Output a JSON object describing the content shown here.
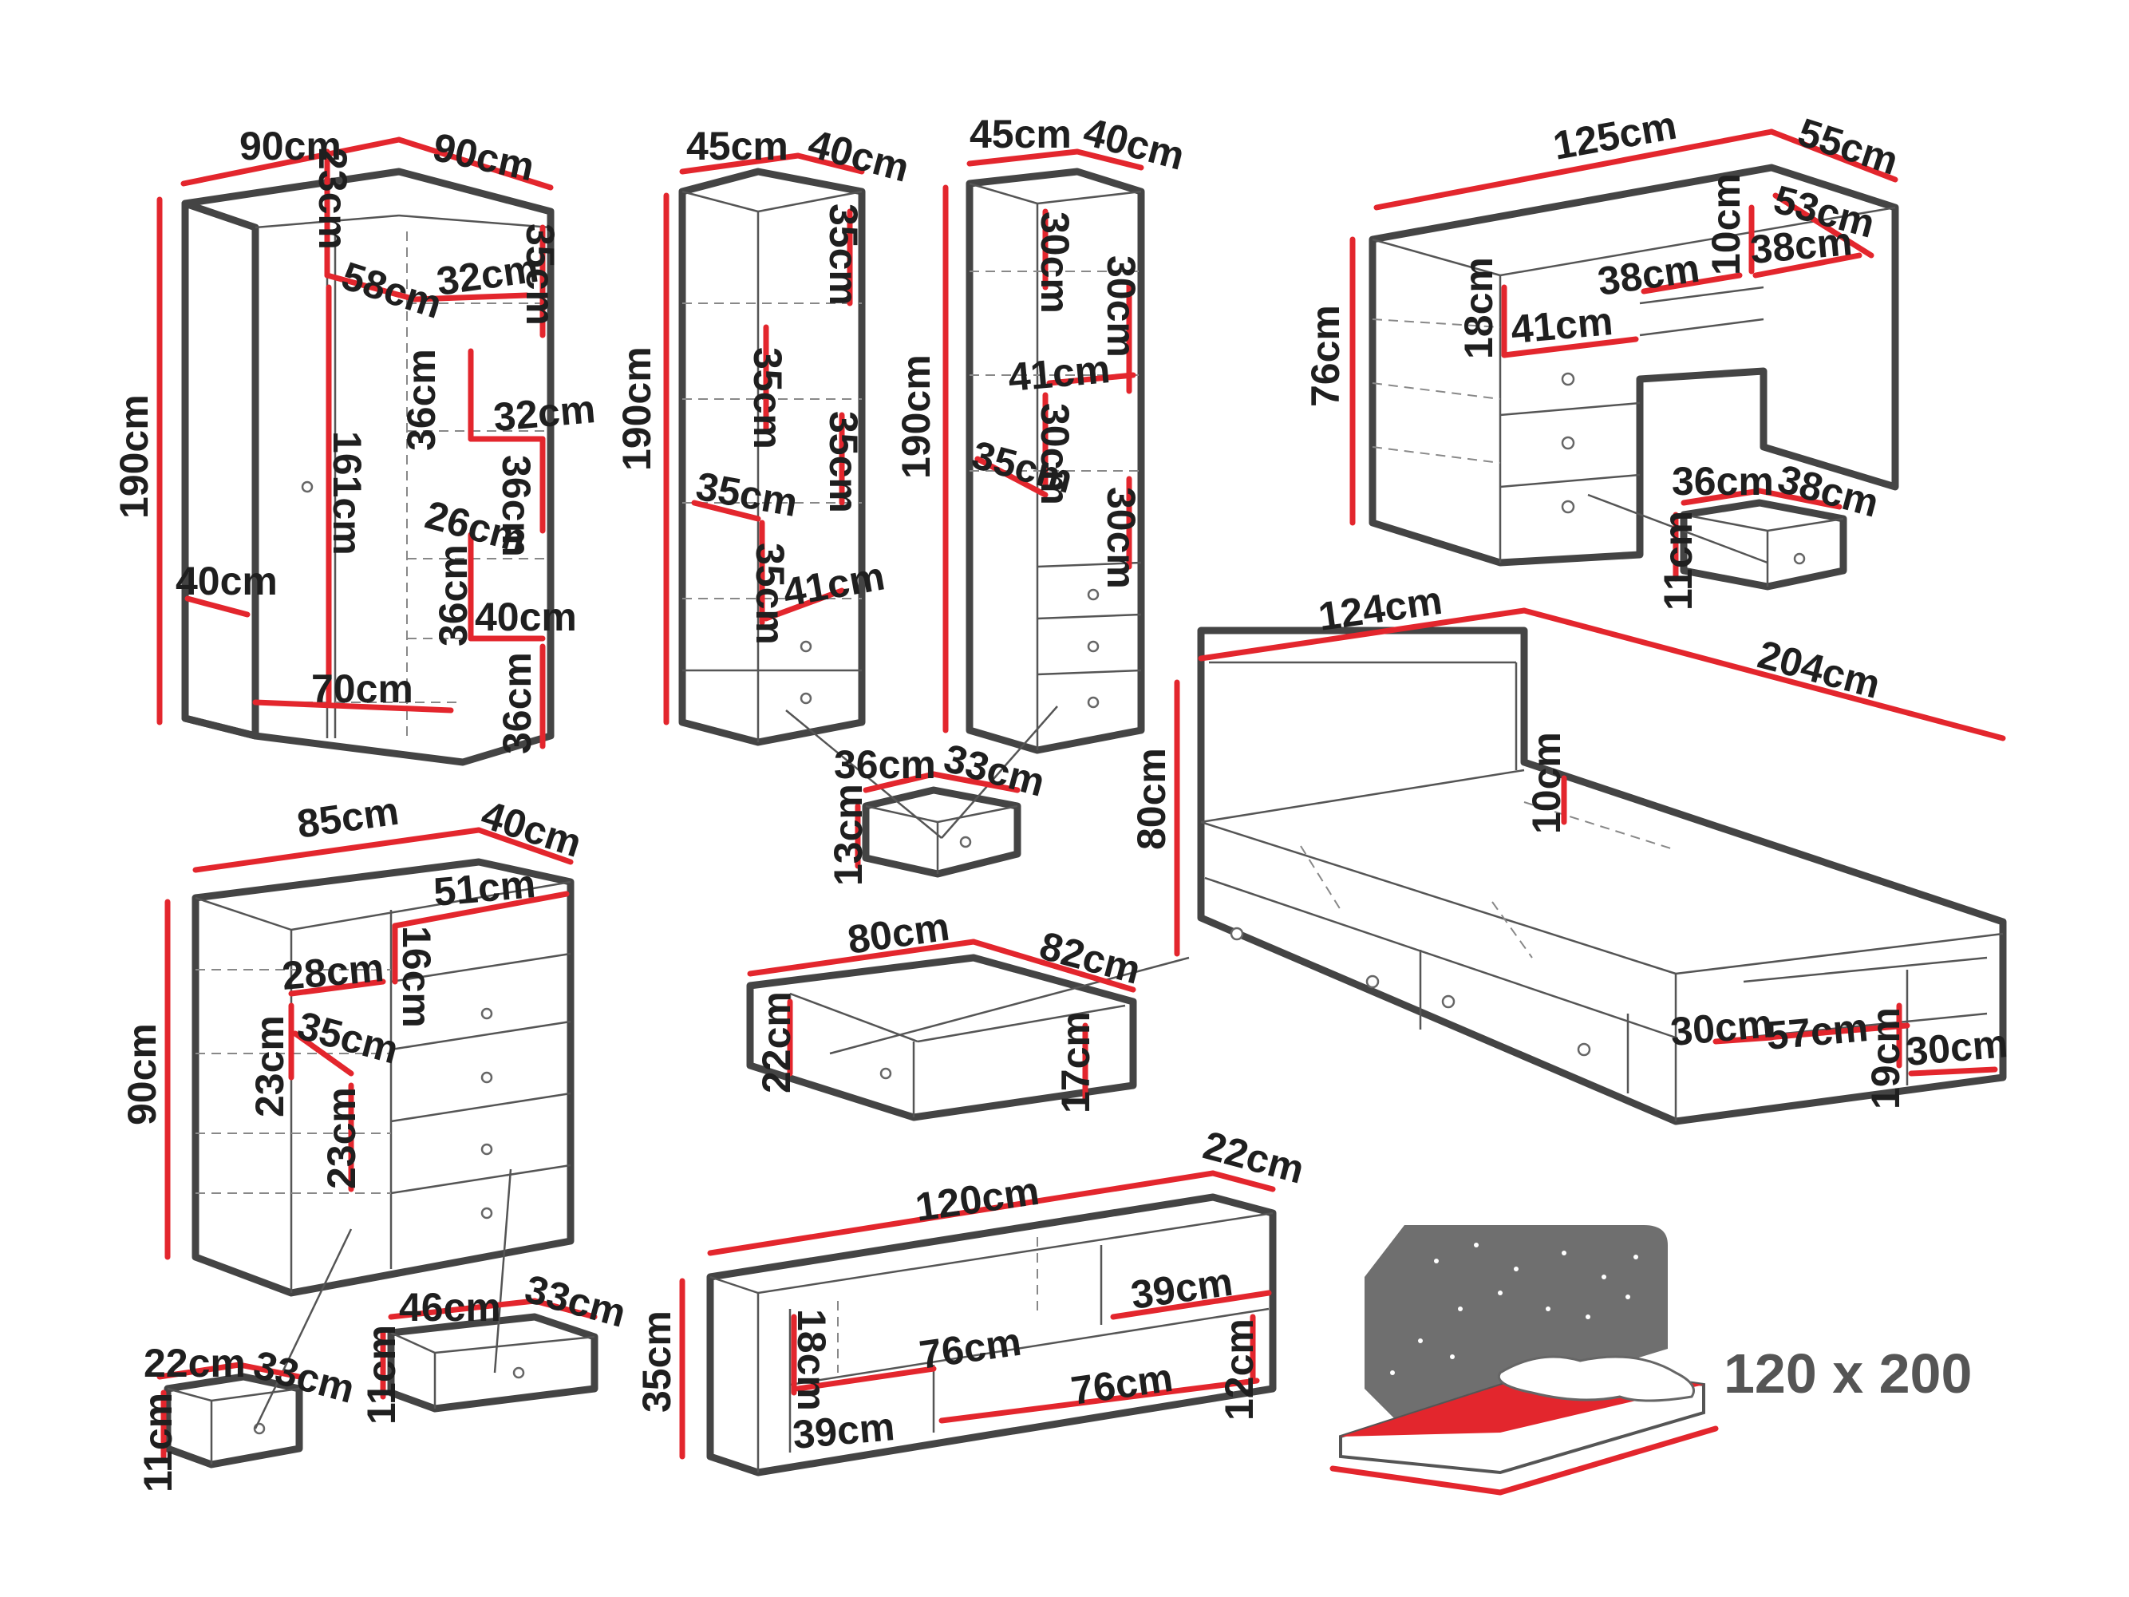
{
  "colors": {
    "accent": "#e3262d",
    "outline": "#444444",
    "text": "#1f1f1f",
    "starry": "#707070"
  },
  "wardrobe": [
    "90cm",
    "90cm",
    "23cm",
    "58cm",
    "32cm",
    "35cm",
    "36cm",
    "32cm",
    "36cm",
    "26cm",
    "36cm",
    "40cm",
    "36cm",
    "161cm",
    "190cm",
    "40cm",
    "70cm"
  ],
  "bookcase1": [
    "45cm",
    "40cm",
    "35cm",
    "35cm",
    "35cm",
    "35cm",
    "35cm",
    "41cm",
    "190cm"
  ],
  "bookcase2": [
    "45cm",
    "40cm",
    "30cm",
    "30cm",
    "41cm",
    "30cm",
    "35cm",
    "30cm",
    "190cm"
  ],
  "drawer_bookcase": [
    "36cm",
    "33cm",
    "13cm"
  ],
  "desk": [
    "125cm",
    "55cm",
    "53cm",
    "10cm",
    "38cm",
    "38cm",
    "18cm",
    "41cm",
    "76cm"
  ],
  "desk_drawer": [
    "36cm",
    "38cm",
    "11cm"
  ],
  "bed": [
    "124cm",
    "204cm",
    "10cm",
    "80cm",
    "30cm",
    "57cm",
    "19cm",
    "30cm"
  ],
  "dresser": [
    "85cm",
    "40cm",
    "51cm",
    "16cm",
    "28cm",
    "35cm",
    "23cm",
    "23cm",
    "90cm"
  ],
  "big_drawer": [
    "80cm",
    "82cm",
    "22cm",
    "17cm"
  ],
  "small_drawer": [
    "22cm",
    "33cm",
    "11cm"
  ],
  "mid_drawer": [
    "46cm",
    "33cm",
    "11cm"
  ],
  "shelf": [
    "120cm",
    "22cm",
    "39cm",
    "18cm",
    "76cm",
    "76cm",
    "12cm",
    "39cm",
    "35cm"
  ],
  "mattress": {
    "size": "120 x 200"
  }
}
